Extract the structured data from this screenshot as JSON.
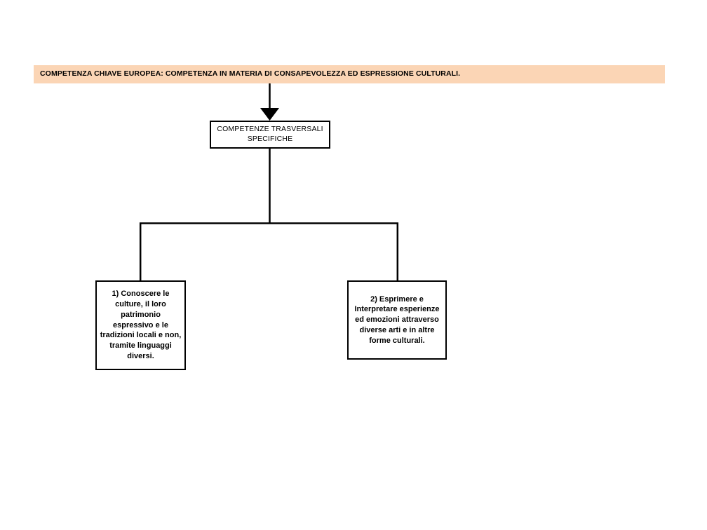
{
  "document": {
    "language": "it",
    "background_color": "#ffffff"
  },
  "header": {
    "name": "competenza-chiave-europea-banner",
    "text": "COMPETENZA CHIAVE EUROPEA:  COMPETENZA IN MATERIA DI CONSAPEVOLEZZA ED ESPRESSIONE CULTURALI.",
    "background_color": "#fbd5b5",
    "text_color": "#000000"
  },
  "nodes": [
    {
      "id": "competenze-trasversali-specifiche",
      "text": "COMPETENZE TRASVERSALI\nSPECIFICHE",
      "border_color": "#000000",
      "background_color": "#ffffff"
    },
    {
      "id": "conoscere-le-culture",
      "text": "1) Conoscere le culture,  il loro patrimonio espressivo e le tradizioni locali e non, tramite linguaggi diversi.",
      "border_color": "#000000",
      "background_color": "#ffffff"
    },
    {
      "id": "esprimere-e-interpretare",
      "text": "2) Esprimere e Interpretare esperienze ed emozioni attraverso diverse arti e in altre forme culturali.",
      "border_color": "#000000",
      "background_color": "#ffffff"
    }
  ],
  "connectors": [
    {
      "id": "banner-to-trasversali",
      "kind": "arrow-down",
      "from": "competenza-chiave-europea-banner",
      "to": "competenze-trasversali-specifiche",
      "color": "#000000"
    },
    {
      "id": "trasversali-to-branch",
      "kind": "line-down",
      "from": "competenze-trasversali-specifiche",
      "to": "branch-bar",
      "color": "#000000"
    },
    {
      "id": "branch-bar",
      "kind": "horizontal-bar",
      "color": "#000000"
    },
    {
      "id": "branch-to-conoscere",
      "kind": "line-down",
      "from": "branch-bar",
      "to": "conoscere-le-culture",
      "color": "#000000"
    },
    {
      "id": "branch-to-esprimere",
      "kind": "line-down",
      "from": "branch-bar",
      "to": "esprimere-e-interpretare",
      "color": "#000000"
    }
  ]
}
